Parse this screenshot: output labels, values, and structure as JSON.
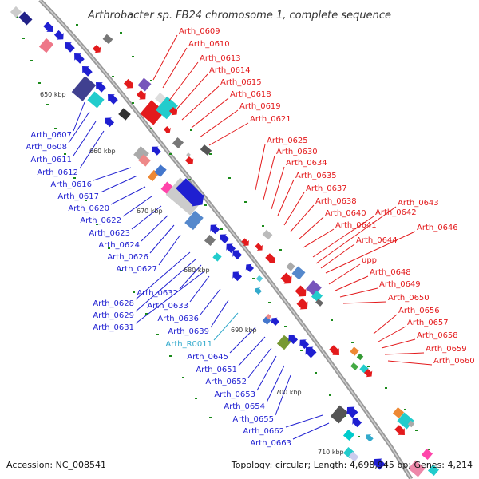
{
  "title": "Arthrobacter sp. FB24 chromosome 1, complete sequence",
  "footer": {
    "accession": "Accession: NC_008541",
    "summary": "Topology: circular; Length: 4,698,945 bp; Genes: 4,214"
  },
  "scale_labels": [
    "650 kbp",
    "660 kbp",
    "670 kbp",
    "680 kbp",
    "690 kbp",
    "700 kbp",
    "710 kbp"
  ],
  "forward_labels": [
    "Arth_0609",
    "Arth_0610",
    "Arth_0613",
    "Arth_0614",
    "Arth_0615",
    "Arth_0618",
    "Arth_0619",
    "Arth_0621",
    "Arth_0625",
    "Arth_0630",
    "Arth_0634",
    "Arth_0635",
    "Arth_0637",
    "Arth_0638",
    "Arth_0640",
    "Arth_0641",
    "Arth_0643",
    "Arth_0642",
    "Arth_0646",
    "Arth_0644",
    "upp",
    "Arth_0648",
    "Arth_0649",
    "Arth_0650",
    "Arth_0656",
    "Arth_0657",
    "Arth_0658",
    "Arth_0659",
    "Arth_0660"
  ],
  "reverse_labels": [
    "Arth_0607",
    "Arth_0608",
    "Arth_0611",
    "Arth_0612",
    "Arth_0616",
    "Arth_0617",
    "Arth_0620",
    "Arth_0622",
    "Arth_0623",
    "Arth_0624",
    "Arth_0626",
    "Arth_0627",
    "Arth_0628",
    "Arth_0632",
    "Arth_0629",
    "Arth_0633",
    "Arth_0631",
    "Arth_0636",
    "Arth_0639",
    "Arth_R0011",
    "Arth_0645",
    "Arth_0651",
    "Arth_0652",
    "Arth_0653",
    "Arth_0654",
    "Arth_0655",
    "Arth_0662",
    "Arth_0663"
  ],
  "colors": {
    "forward": "#e31a1c",
    "reverse": "#1f1fd1",
    "rna": "#33aacc",
    "backbone": "#888888",
    "tick": "#1a8a1a"
  }
}
